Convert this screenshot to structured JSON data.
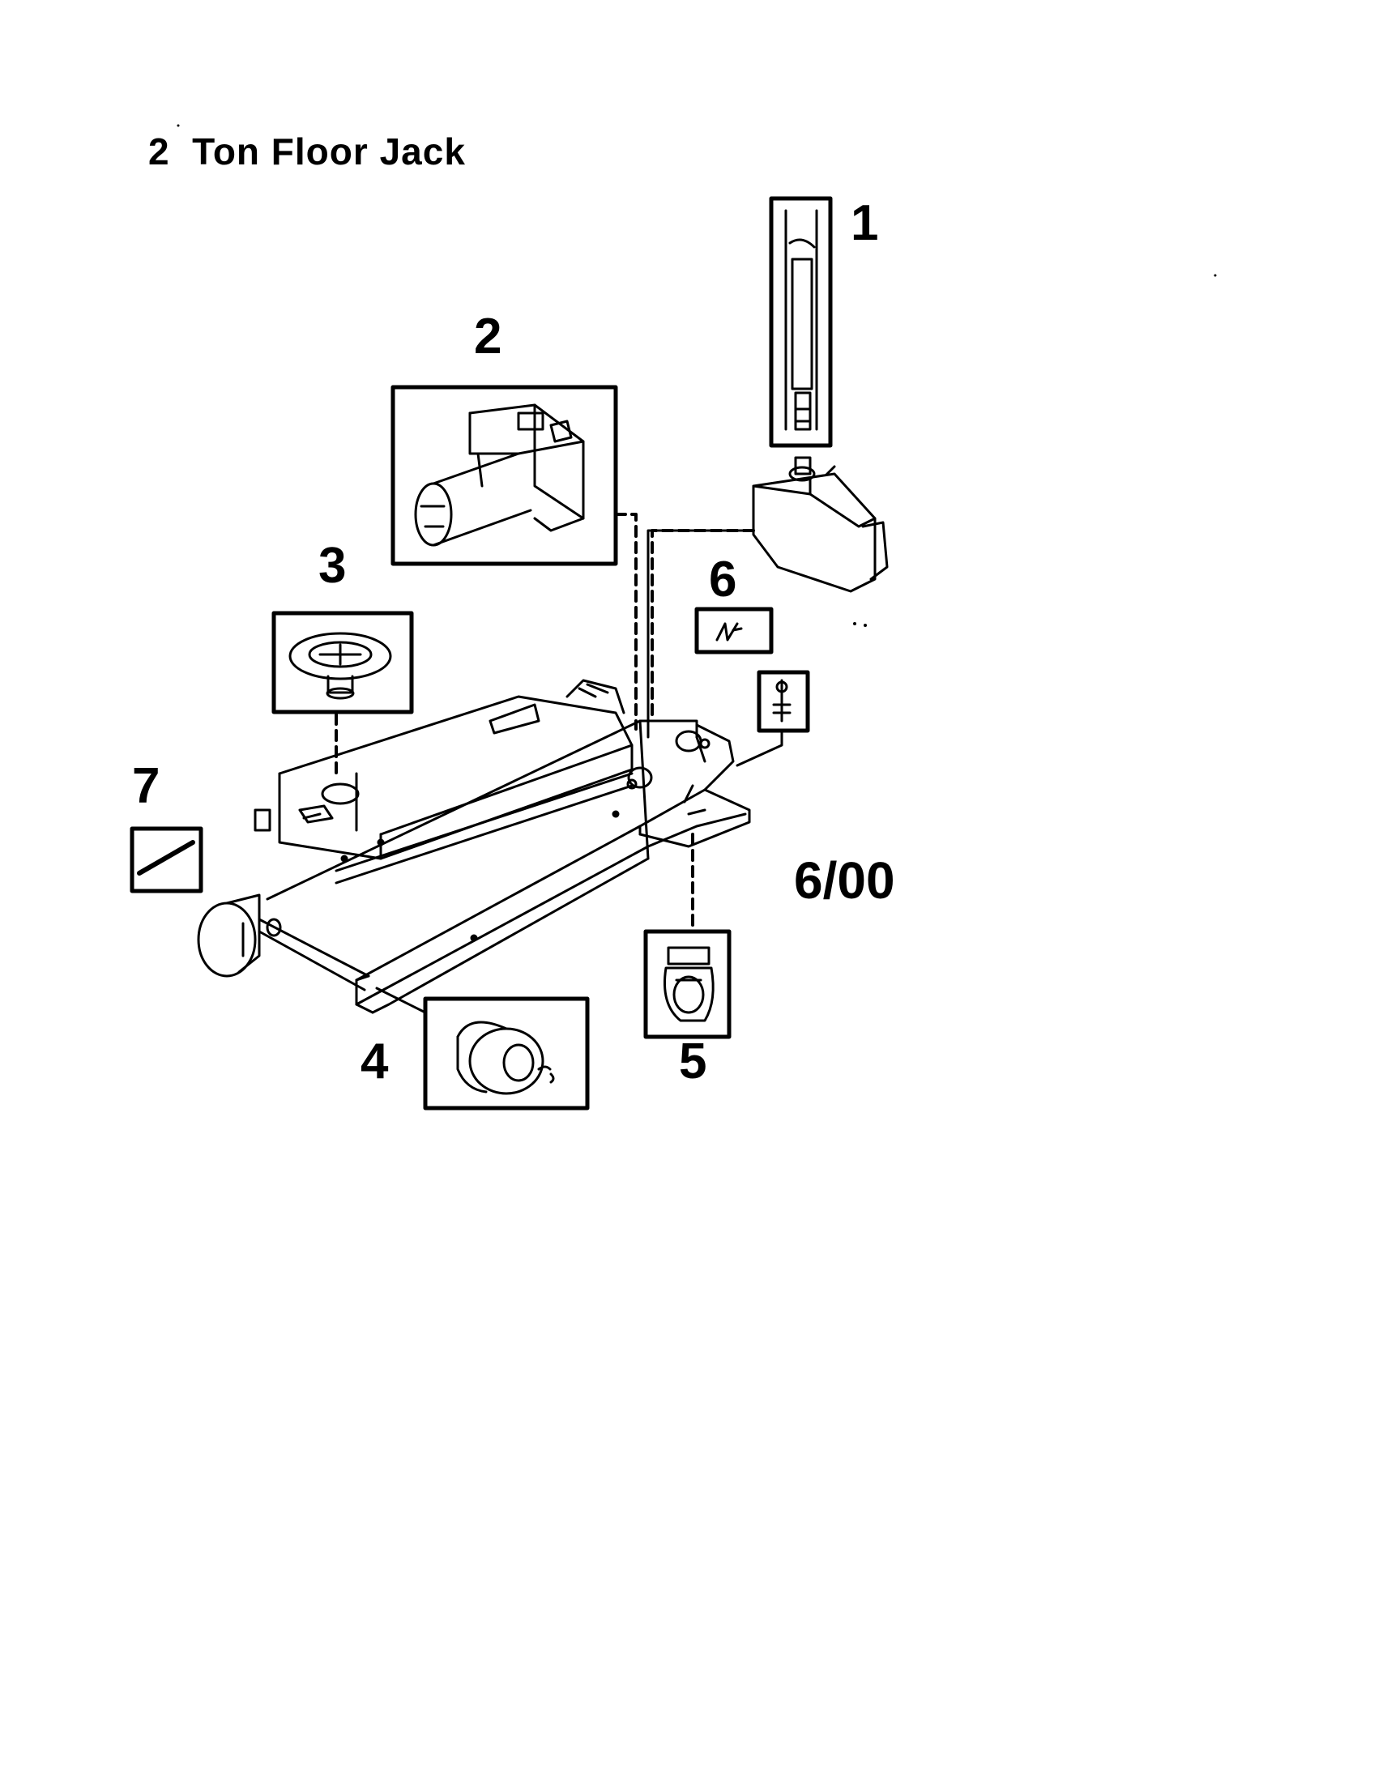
{
  "document": {
    "title": "2  Ton Floor Jack",
    "date_code": "6/00"
  },
  "callouts": [
    {
      "id": "1",
      "label": "1"
    },
    {
      "id": "2",
      "label": "2"
    },
    {
      "id": "3",
      "label": "3"
    },
    {
      "id": "4",
      "label": "4"
    },
    {
      "id": "5",
      "label": "5"
    },
    {
      "id": "6",
      "label": "6"
    },
    {
      "id": "7",
      "label": "7"
    }
  ],
  "colors": {
    "ink": "#000000",
    "paper": "#ffffff"
  }
}
